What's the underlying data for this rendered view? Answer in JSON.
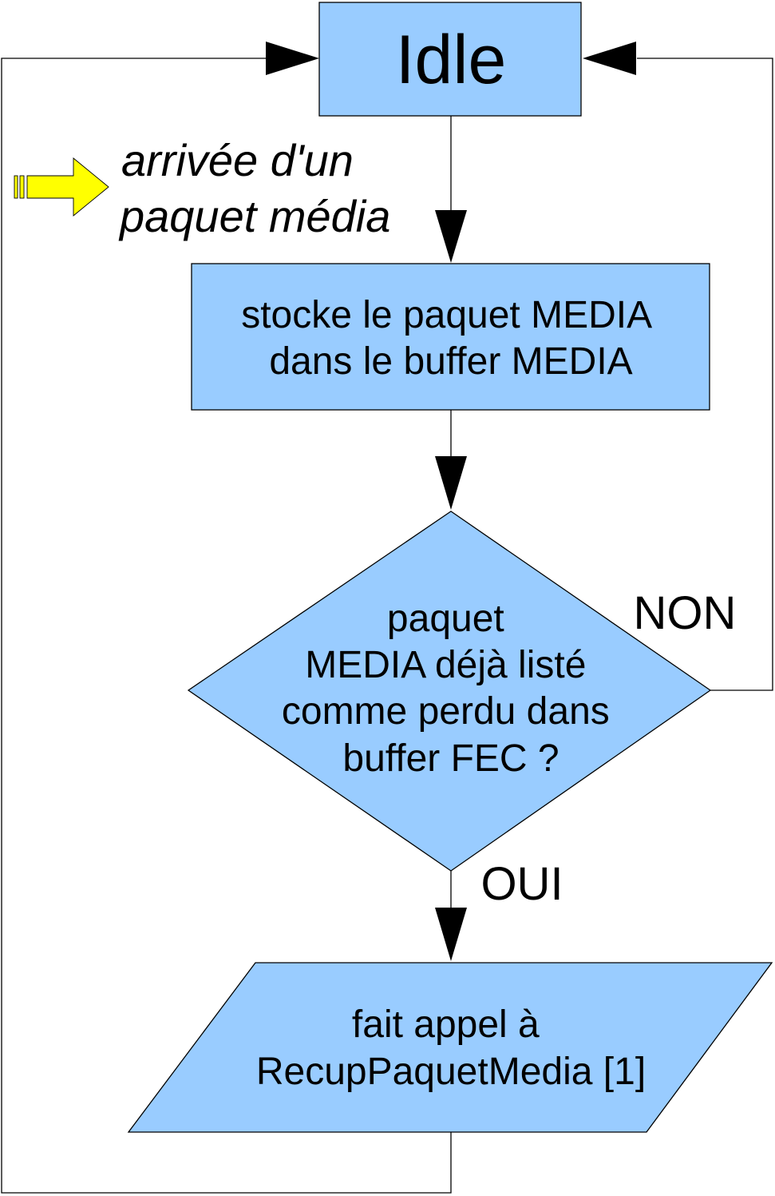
{
  "diagram": {
    "type": "flowchart",
    "colors": {
      "node_fill": "#99ccff",
      "node_stroke": "#000000",
      "connector": "#000000",
      "event_arrow_fill": "#ffff00"
    },
    "nodes": {
      "idle": {
        "shape": "rectangle",
        "lines": [
          "Idle"
        ]
      },
      "store": {
        "shape": "rectangle",
        "lines": [
          "stocke le paquet MEDIA",
          "dans le buffer MEDIA"
        ]
      },
      "decision": {
        "shape": "diamond",
        "lines": [
          "paquet",
          "MEDIA déjà listé",
          "comme perdu dans",
          "buffer FEC ?"
        ]
      },
      "recover": {
        "shape": "parallelogram",
        "lines": [
          "fait appel à",
          "RecupPaquetMedia [1]"
        ]
      }
    },
    "event": {
      "icon": "yellow-arrow-icon",
      "lines": [
        "arrivée d'un",
        "paquet média"
      ]
    },
    "labels": {
      "no": "NON",
      "yes": "OUI"
    }
  }
}
